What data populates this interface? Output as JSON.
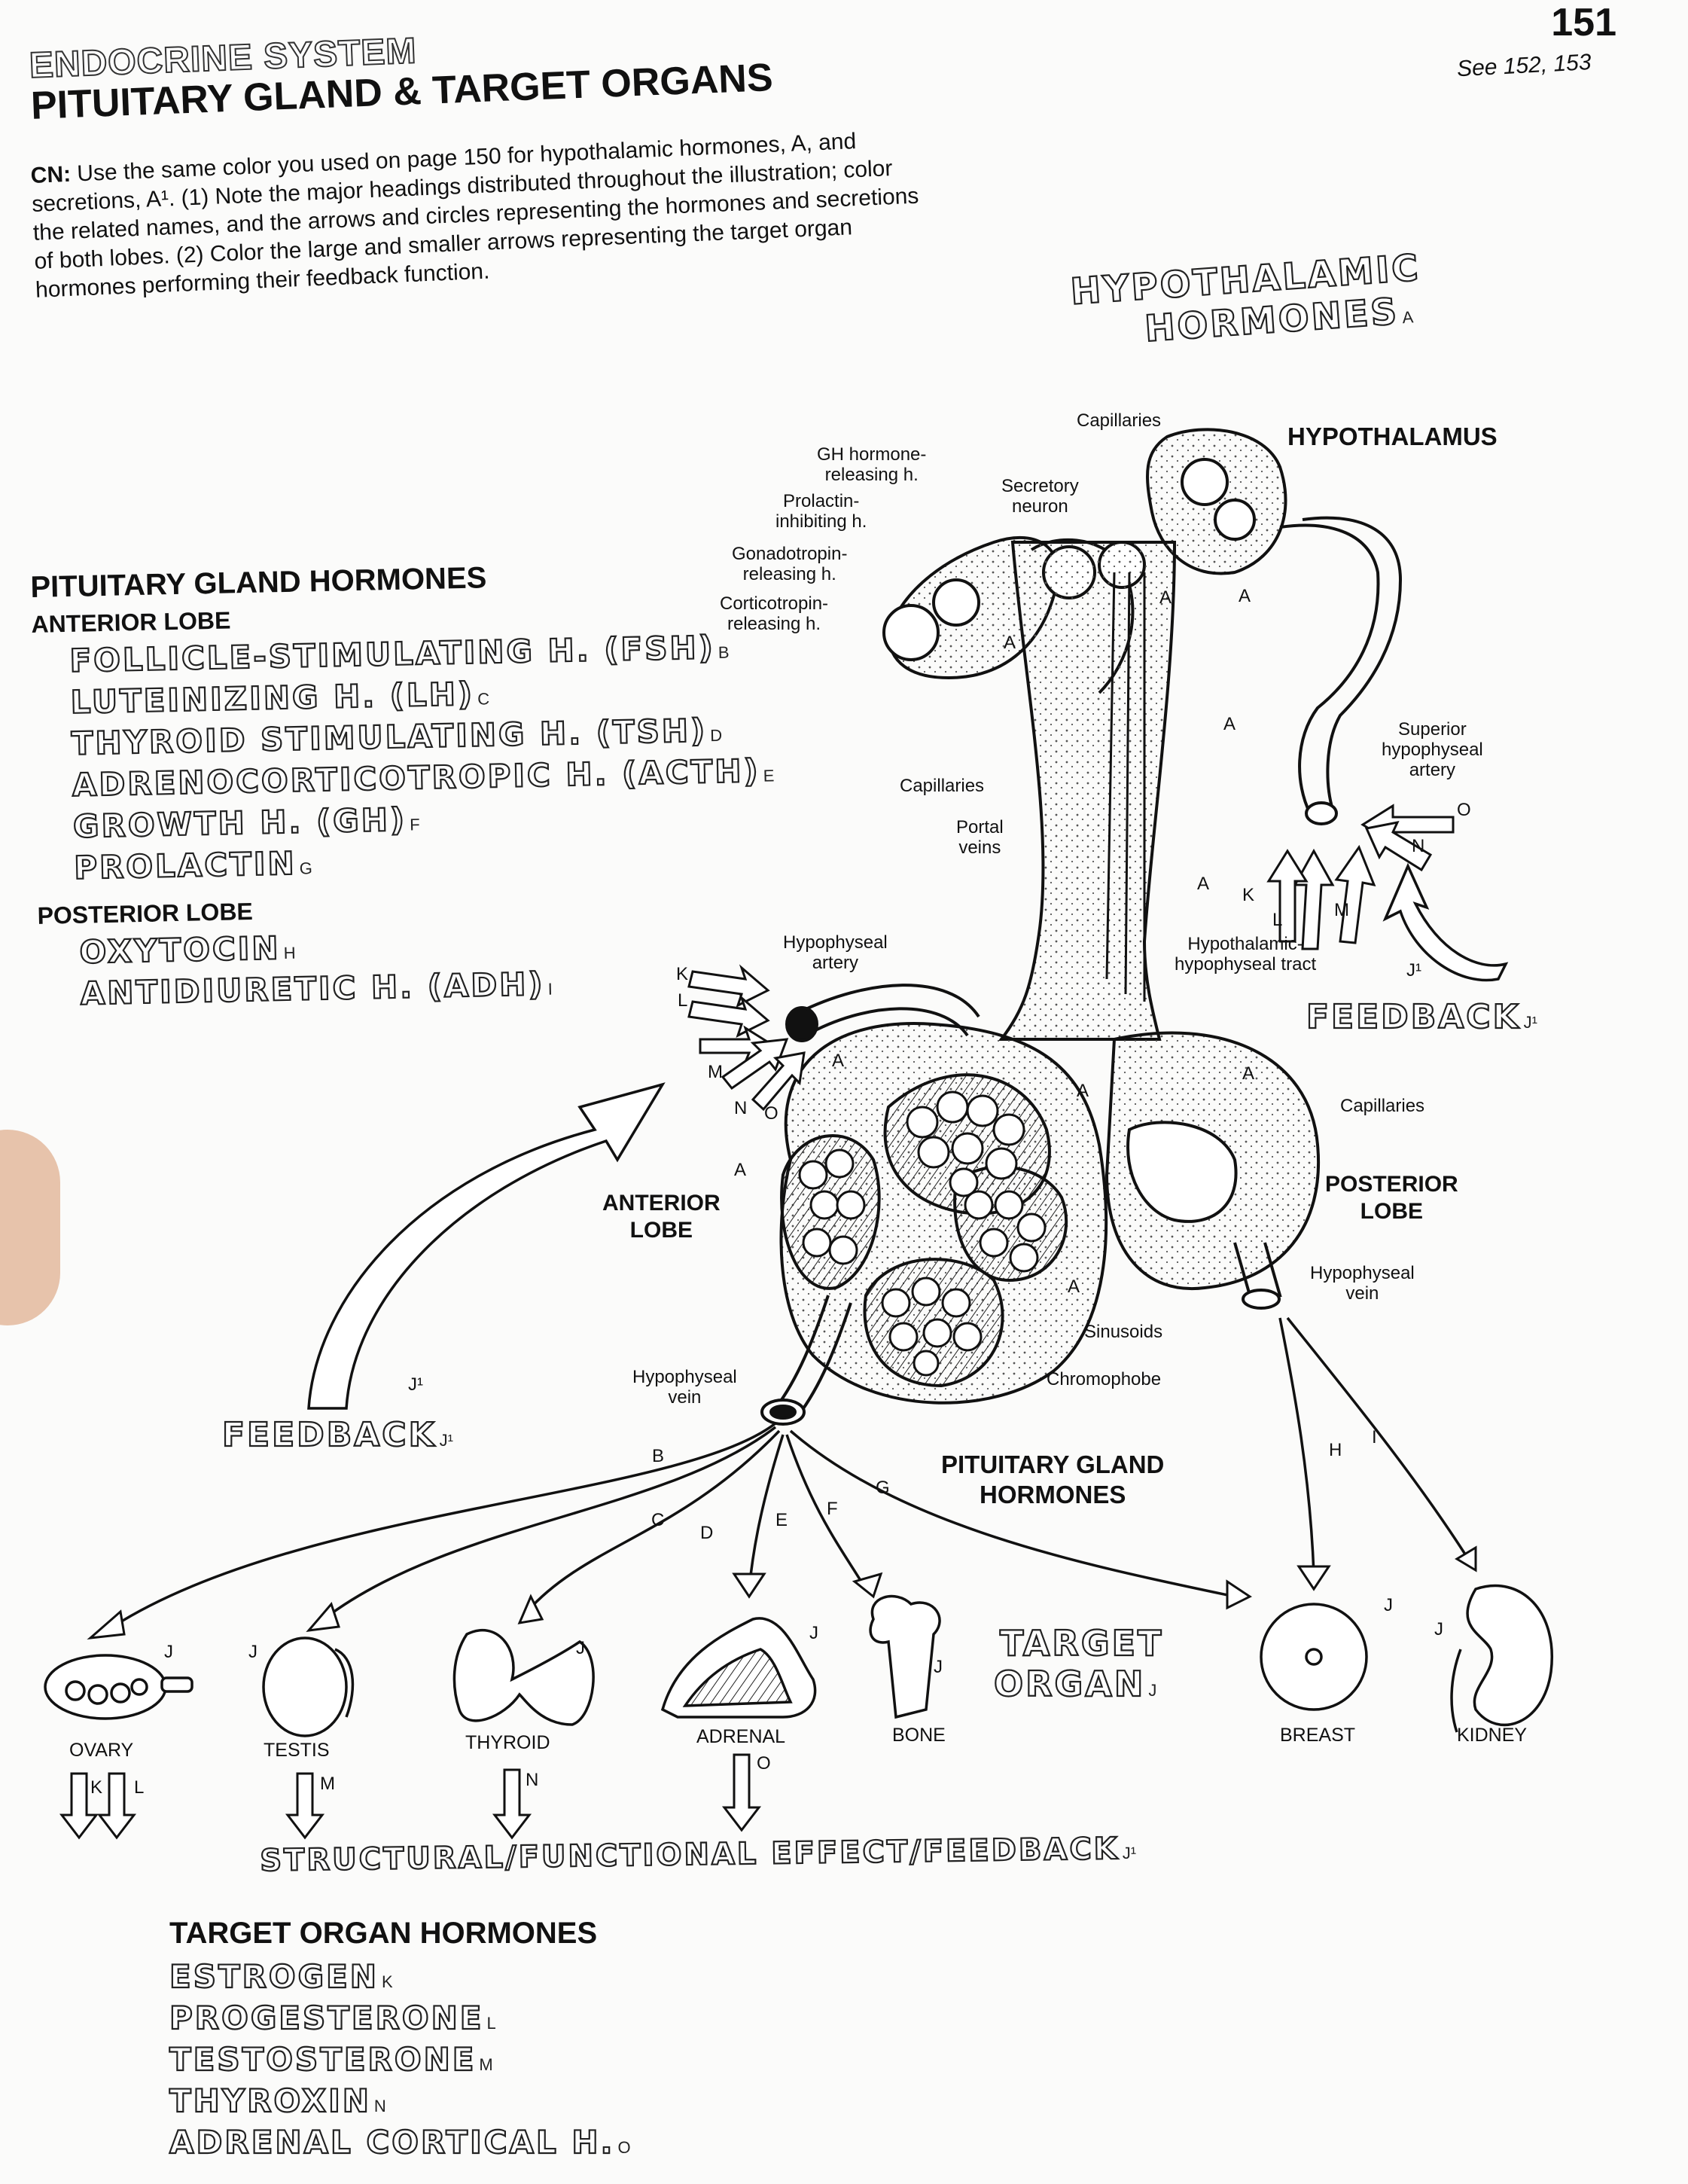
{
  "page_number": "151",
  "see_ref": "See 152, 153",
  "header": {
    "system": "ENDOCRINE SYSTEM",
    "title": "PITUITARY GLAND & TARGET ORGANS"
  },
  "instructions": {
    "prefix": "CN:",
    "text": "Use the same color you used on page 150 for hypothalamic hormones, A, and secretions, A¹. (1) Note the major headings distributed throughout the illustration; color the related names, and the arrows and circles representing the hormones and secretions of both lobes. (2) Color the large and smaller arrows representing the target organ hormones performing their feedback function."
  },
  "hypothalamic_hormones": {
    "title_line1": "HYPOTHALAMIC",
    "title_line2": "HORMONES",
    "tag": "A"
  },
  "pituitary_hormones": {
    "title": "PITUITARY GLAND HORMONES",
    "anterior_title": "ANTERIOR LOBE",
    "anterior": [
      {
        "name": "FOLLICLE-STIMULATING H. (FSH)",
        "tag": "B"
      },
      {
        "name": "LUTEINIZING H. (LH)",
        "tag": "C"
      },
      {
        "name": "THYROID STIMULATING H. (TSH)",
        "tag": "D"
      },
      {
        "name": "ADRENOCORTICOTROPIC H. (ACTH)",
        "tag": "E"
      },
      {
        "name": "GROWTH H. (GH)",
        "tag": "F"
      },
      {
        "name": "PROLACTIN",
        "tag": "G"
      }
    ],
    "posterior_title": "POSTERIOR LOBE",
    "posterior": [
      {
        "name": "OXYTOCIN",
        "tag": "H"
      },
      {
        "name": "ANTIDIURETIC H. (ADH)",
        "tag": "I"
      }
    ]
  },
  "diagram_labels": {
    "capillaries_top": "Capillaries",
    "hypothalamus": "HYPOTHALAMUS",
    "gh_releasing": "GH hormone-\nreleasing h.",
    "secretory_neuron": "Secretory\nneuron",
    "prolactin_inhibiting": "Prolactin-\ninhibiting h.",
    "gonadotropin_releasing": "Gonadotropin-\nreleasing h.",
    "corticotropin_releasing": "Corticotropin-\nreleasing h.",
    "capillaries_mid": "Capillaries",
    "portal_veins": "Portal\nveins",
    "superior_artery": "Superior\nhypophyseal\nartery",
    "hypophyseal_artery": "Hypophyseal\nartery",
    "hypothalamic_tract": "Hypothalamic-\nhypophyseal tract",
    "capillaries_post": "Capillaries",
    "anterior_lobe": "ANTERIOR\nLOBE",
    "posterior_lobe": "POSTERIOR\nLOBE",
    "hypophyseal_vein_left": "Hypophyseal\nvein",
    "hypophyseal_vein_right": "Hypophyseal\nvein",
    "sinusoids": "Sinusoids",
    "chromophobe": "Chromophobe",
    "pituitary_gland_hormones": "PITUITARY GLAND\nHORMONES"
  },
  "feedback": {
    "label": "FEEDBACK",
    "tag": "J¹"
  },
  "target_organ": {
    "line1": "TARGET",
    "line2": "ORGAN",
    "tag": "J"
  },
  "organs": [
    "OVARY",
    "TESTIS",
    "THYROID",
    "ADRENAL",
    "BONE",
    "BREAST",
    "KIDNEY"
  ],
  "letters": {
    "A": "A",
    "B": "B",
    "C": "C",
    "D": "D",
    "E": "E",
    "F": "F",
    "G": "G",
    "H": "H",
    "I": "I",
    "J": "J",
    "J1": "J¹",
    "K": "K",
    "L": "L",
    "M": "M",
    "N": "N",
    "O": "O"
  },
  "effect": {
    "text": "STRUCTURAL/FUNCTIONAL EFFECT/FEEDBACK",
    "tag": "J¹"
  },
  "target_hormones": {
    "title": "TARGET ORGAN HORMONES",
    "items": [
      {
        "name": "ESTROGEN",
        "tag": "K"
      },
      {
        "name": "PROGESTERONE",
        "tag": "L"
      },
      {
        "name": "TESTOSTERONE",
        "tag": "M"
      },
      {
        "name": "THYROXIN",
        "tag": "N"
      },
      {
        "name": "ADRENAL CORTICAL H.",
        "tag": "O"
      }
    ]
  }
}
